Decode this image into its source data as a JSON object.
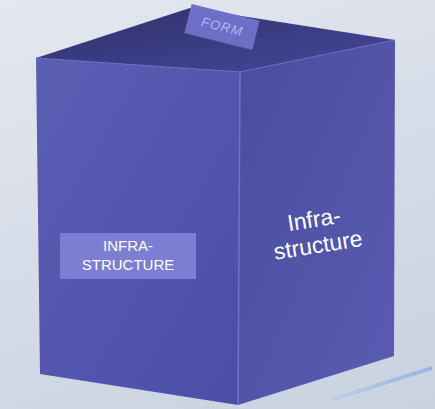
{
  "diagram": {
    "nodes": [
      {
        "text": [
          "FORM"
        ]
      },
      {
        "text": [
          "INFRA- STRUCTURE"
        ]
      },
      {
        "text": [
          "Infra- structure"
        ]
      }
    ]
  }
}
